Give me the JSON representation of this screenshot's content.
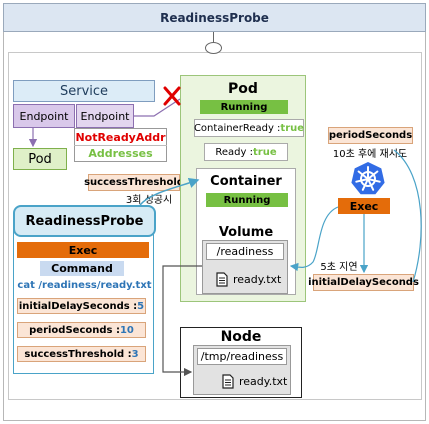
{
  "title": "ReadinessProbe",
  "service": {
    "title": "Service",
    "endpoint_left": "Endpoint",
    "endpoint_right": "Endpoint",
    "pod_label": "Pod"
  },
  "endpoints_status": {
    "not_ready": "NotReadyAddr",
    "addresses": "Addresses"
  },
  "pod": {
    "title": "Pod",
    "status": "Running",
    "container_ready_label": "ContainerReady : ",
    "container_ready_value": "true",
    "ready_label": "Ready : ",
    "ready_value": "true"
  },
  "container": {
    "title": "Container",
    "status": "Running"
  },
  "volume": {
    "title": "Volume",
    "path": "/readiness",
    "file": "ready.txt"
  },
  "success_annotation": {
    "label": "successThreshold",
    "note": "3회 성공시"
  },
  "probe": {
    "title": "ReadinessProbe",
    "exec": "Exec",
    "command_label": "Command",
    "command": "cat /readiness/ready.txt",
    "params": [
      {
        "label": "initialDelaySeconds : ",
        "value": "5"
      },
      {
        "label": "periodSeconds : ",
        "value": "10"
      },
      {
        "label": "successThreshold : ",
        "value": "3"
      }
    ]
  },
  "right_side": {
    "period_label": "periodSeconds",
    "period_note": "10초 후에 재시도",
    "exec": "Exec",
    "delay_note": "5초 지연",
    "initial_delay_label": "initialDelaySeconds"
  },
  "node": {
    "title": "Node",
    "path": "/tmp/readiness",
    "file": "ready.txt"
  },
  "colors": {
    "title_bar": "#dce6f2",
    "green": "#77c043",
    "blue_value": "#2e75b6",
    "orange": "#e46c0a",
    "red": "#e00000",
    "k8s_blue": "#326ce5"
  }
}
